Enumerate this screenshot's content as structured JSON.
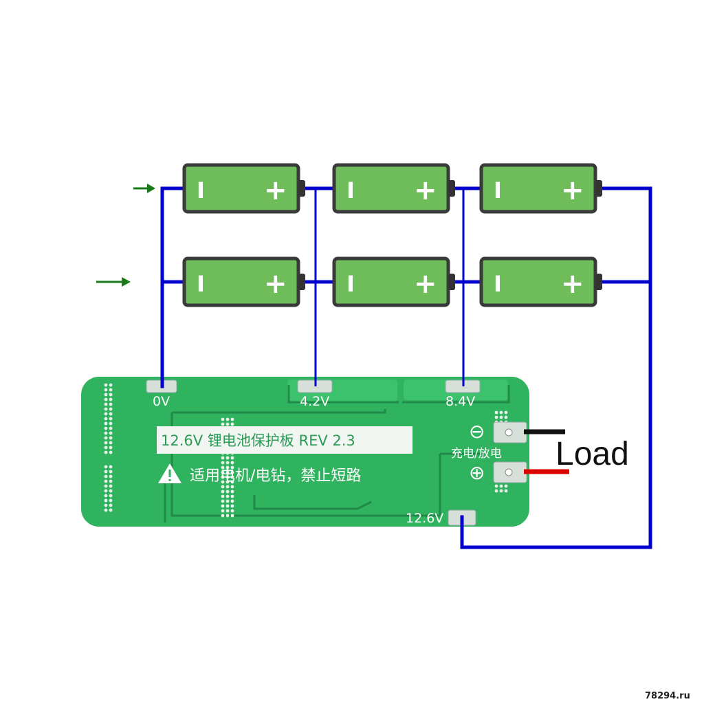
{
  "colors": {
    "wire": "#0000cc",
    "battery_fill": "#6fbd5a",
    "battery_stroke": "#3a3a3a",
    "board": "#2fb35f",
    "board_trace": "#218a48",
    "pad": "#cfd9d2",
    "arrow": "#1a7a1a",
    "load_negative_wire": "#111111",
    "load_positive_wire": "#dd0000"
  },
  "batteries": {
    "minus_symbol": "I",
    "plus_symbol": "+"
  },
  "board": {
    "tap_labels": [
      "0V",
      "4.2V",
      "8.4V"
    ],
    "title_line": "12.6V 锂电池保护板 REV 2.3",
    "warning_line": "适用电机/电钻，禁止短路",
    "output_label": "12.6V",
    "charge_discharge_label": "充电/放电",
    "minus_sign": "⊖",
    "plus_sign": "⊕"
  },
  "load_label": "Load",
  "watermark": "78294.ru",
  "icons": [
    "input-arrow-icon",
    "warning-triangle-icon",
    "battery-icon"
  ]
}
